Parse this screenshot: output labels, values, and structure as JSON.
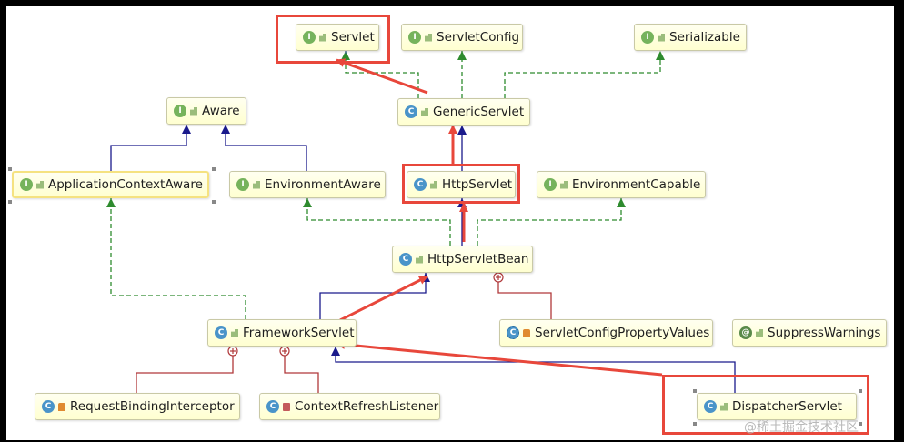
{
  "nodes": [
    {
      "id": "servlet",
      "label": "Servlet",
      "kind": "I",
      "vis": "pub"
    },
    {
      "id": "servlet_config",
      "label": "ServletConfig",
      "kind": "I",
      "vis": "pub"
    },
    {
      "id": "serializable",
      "label": "Serializable",
      "kind": "I",
      "vis": "pub"
    },
    {
      "id": "aware",
      "label": "Aware",
      "kind": "I",
      "vis": "pub"
    },
    {
      "id": "generic_servlet",
      "label": "GenericServlet",
      "kind": "C",
      "vis": "pub"
    },
    {
      "id": "application_context_aware",
      "label": "ApplicationContextAware",
      "kind": "I",
      "vis": "pub"
    },
    {
      "id": "environment_aware",
      "label": "EnvironmentAware",
      "kind": "I",
      "vis": "pub"
    },
    {
      "id": "http_servlet",
      "label": "HttpServlet",
      "kind": "C",
      "vis": "pub"
    },
    {
      "id": "environment_capable",
      "label": "EnvironmentCapable",
      "kind": "I",
      "vis": "pub"
    },
    {
      "id": "http_servlet_bean",
      "label": "HttpServletBean",
      "kind": "C",
      "vis": "pub"
    },
    {
      "id": "framework_servlet",
      "label": "FrameworkServlet",
      "kind": "C",
      "vis": "pub"
    },
    {
      "id": "servlet_config_property_values",
      "label": "ServletConfigPropertyValues",
      "kind": "C",
      "vis": "prv"
    },
    {
      "id": "suppress_warnings",
      "label": "SuppressWarnings",
      "kind": "@",
      "vis": "pub"
    },
    {
      "id": "request_binding_interceptor",
      "label": "RequestBindingInterceptor",
      "kind": "C",
      "vis": "prv"
    },
    {
      "id": "context_refresh_listener",
      "label": "ContextRefreshListener",
      "kind": "C",
      "vis": "pkg"
    },
    {
      "id": "dispatcher_servlet",
      "label": "DispatcherServlet",
      "kind": "C",
      "vis": "pub"
    }
  ],
  "relations": [
    {
      "from": "generic_servlet",
      "to": "servlet",
      "type": "implements"
    },
    {
      "from": "generic_servlet",
      "to": "servlet_config",
      "type": "implements"
    },
    {
      "from": "generic_servlet",
      "to": "serializable",
      "type": "implements"
    },
    {
      "from": "application_context_aware",
      "to": "aware",
      "type": "extends"
    },
    {
      "from": "environment_aware",
      "to": "aware",
      "type": "extends"
    },
    {
      "from": "http_servlet",
      "to": "generic_servlet",
      "type": "extends"
    },
    {
      "from": "http_servlet_bean",
      "to": "http_servlet",
      "type": "extends"
    },
    {
      "from": "http_servlet_bean",
      "to": "environment_aware",
      "type": "implements"
    },
    {
      "from": "http_servlet_bean",
      "to": "environment_capable",
      "type": "implements"
    },
    {
      "from": "servlet_config_property_values",
      "to": "http_servlet_bean",
      "type": "inner"
    },
    {
      "from": "framework_servlet",
      "to": "http_servlet_bean",
      "type": "extends"
    },
    {
      "from": "framework_servlet",
      "to": "application_context_aware",
      "type": "implements"
    },
    {
      "from": "request_binding_interceptor",
      "to": "framework_servlet",
      "type": "inner"
    },
    {
      "from": "context_refresh_listener",
      "to": "framework_servlet",
      "type": "inner"
    },
    {
      "from": "dispatcher_servlet",
      "to": "framework_servlet",
      "type": "extends"
    }
  ],
  "highlighted": [
    "servlet",
    "http_servlet",
    "dispatcher_servlet"
  ],
  "colors": {
    "implements": "#2e8b2e",
    "extends": "#1a1a8c",
    "inner": "#b0383a",
    "annotation": "#e8473b"
  },
  "watermark": "@稀土掘金技术社区"
}
